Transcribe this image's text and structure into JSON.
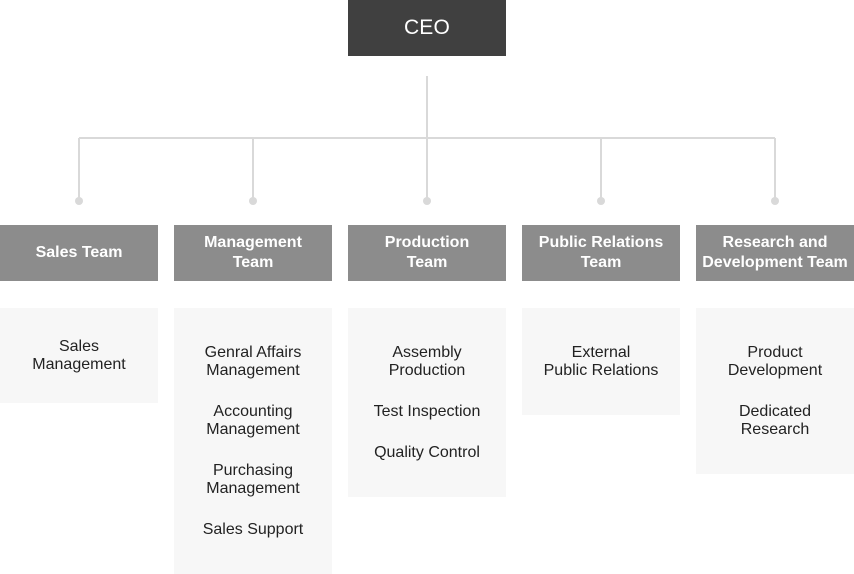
{
  "ceo": {
    "label": "CEO"
  },
  "teams": [
    {
      "name": "Sales Team",
      "duties": [
        "Sales\nManagement"
      ]
    },
    {
      "name": "Management\nTeam",
      "duties": [
        "Genral Affairs\nManagement",
        "Accounting\nManagement",
        "Purchasing\nManagement",
        "Sales Support"
      ]
    },
    {
      "name": "Production\nTeam",
      "duties": [
        "Assembly\nProduction",
        "Test Inspection",
        "Quality Control"
      ]
    },
    {
      "name": "Public Relations\nTeam",
      "duties": [
        "External\nPublic Relations"
      ]
    },
    {
      "name": "Research and\nDevelopment Team",
      "duties": [
        "Product\nDevelopment",
        "Dedicated\nResearch"
      ]
    }
  ],
  "colors": {
    "ceo_bg": "#404040",
    "team_header_bg": "#8c8c8c",
    "duty_box_bg": "#f7f7f7",
    "connector": "#d9d9d9"
  }
}
